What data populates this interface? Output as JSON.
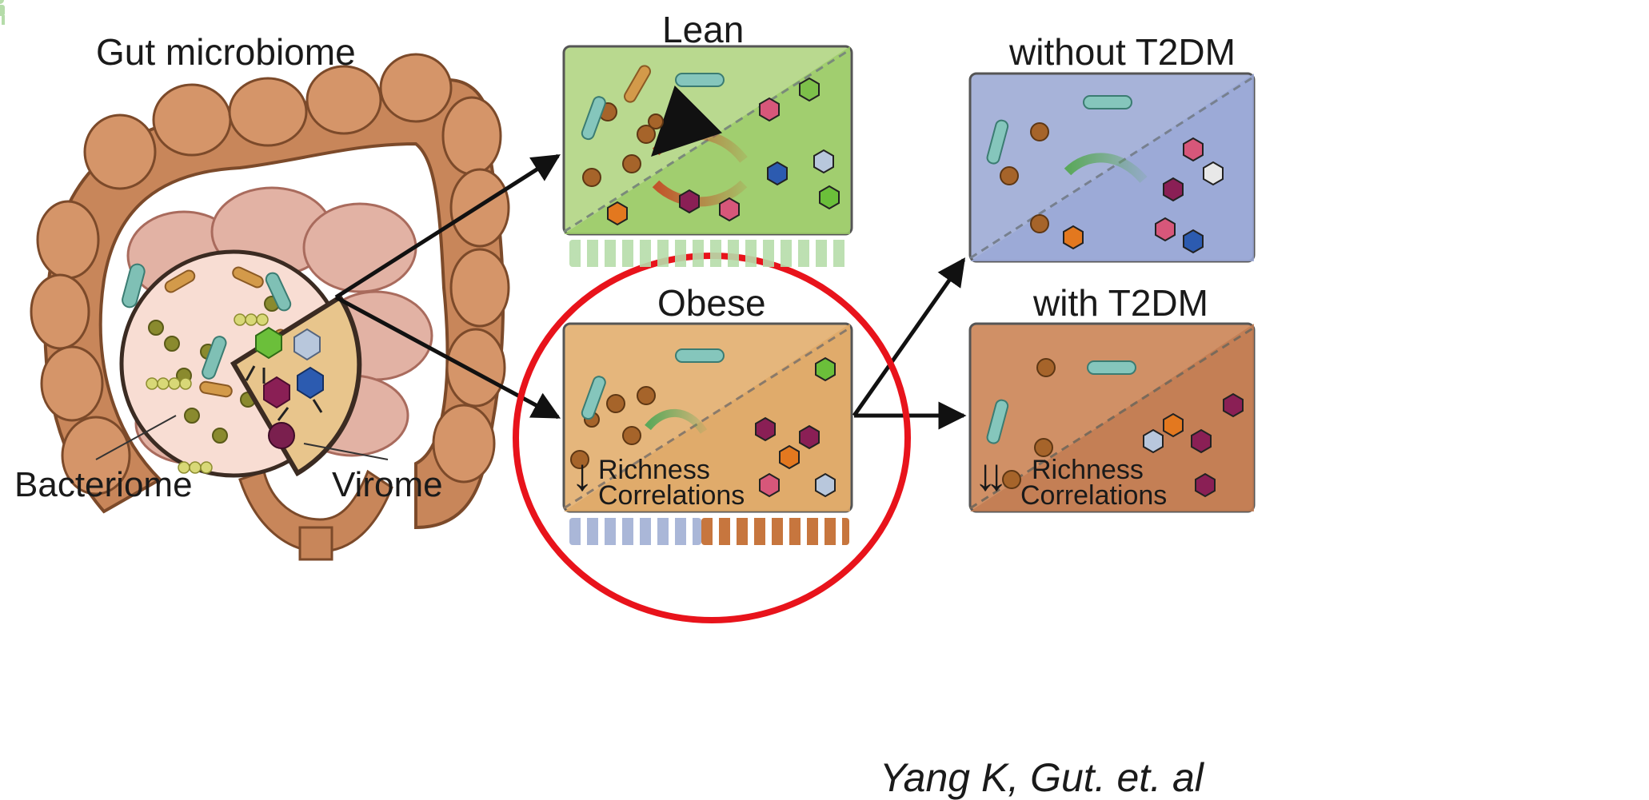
{
  "titles": {
    "gut": "Gut microbiome",
    "lean": "Lean",
    "obese": "Obese",
    "without": "without T2DM",
    "with": "with T2DM"
  },
  "labels": {
    "bacteriome": "Bacteriome",
    "virome": "Virome"
  },
  "obese_panel": {
    "arrow": "↓",
    "line1": "Richness",
    "line2": "Correlations"
  },
  "t2dm_panel": {
    "arrow": "↓↓",
    "line1": "Richness",
    "line2": "Correlations"
  },
  "citation": "Yang K, Gut. et. al",
  "colors": {
    "lean": "#b9d98f",
    "obese": "#e5b67c",
    "without_t2dm": "#a7b3d9",
    "with_t2dm": "#d09066",
    "highlight_circle": "#e8131b"
  }
}
